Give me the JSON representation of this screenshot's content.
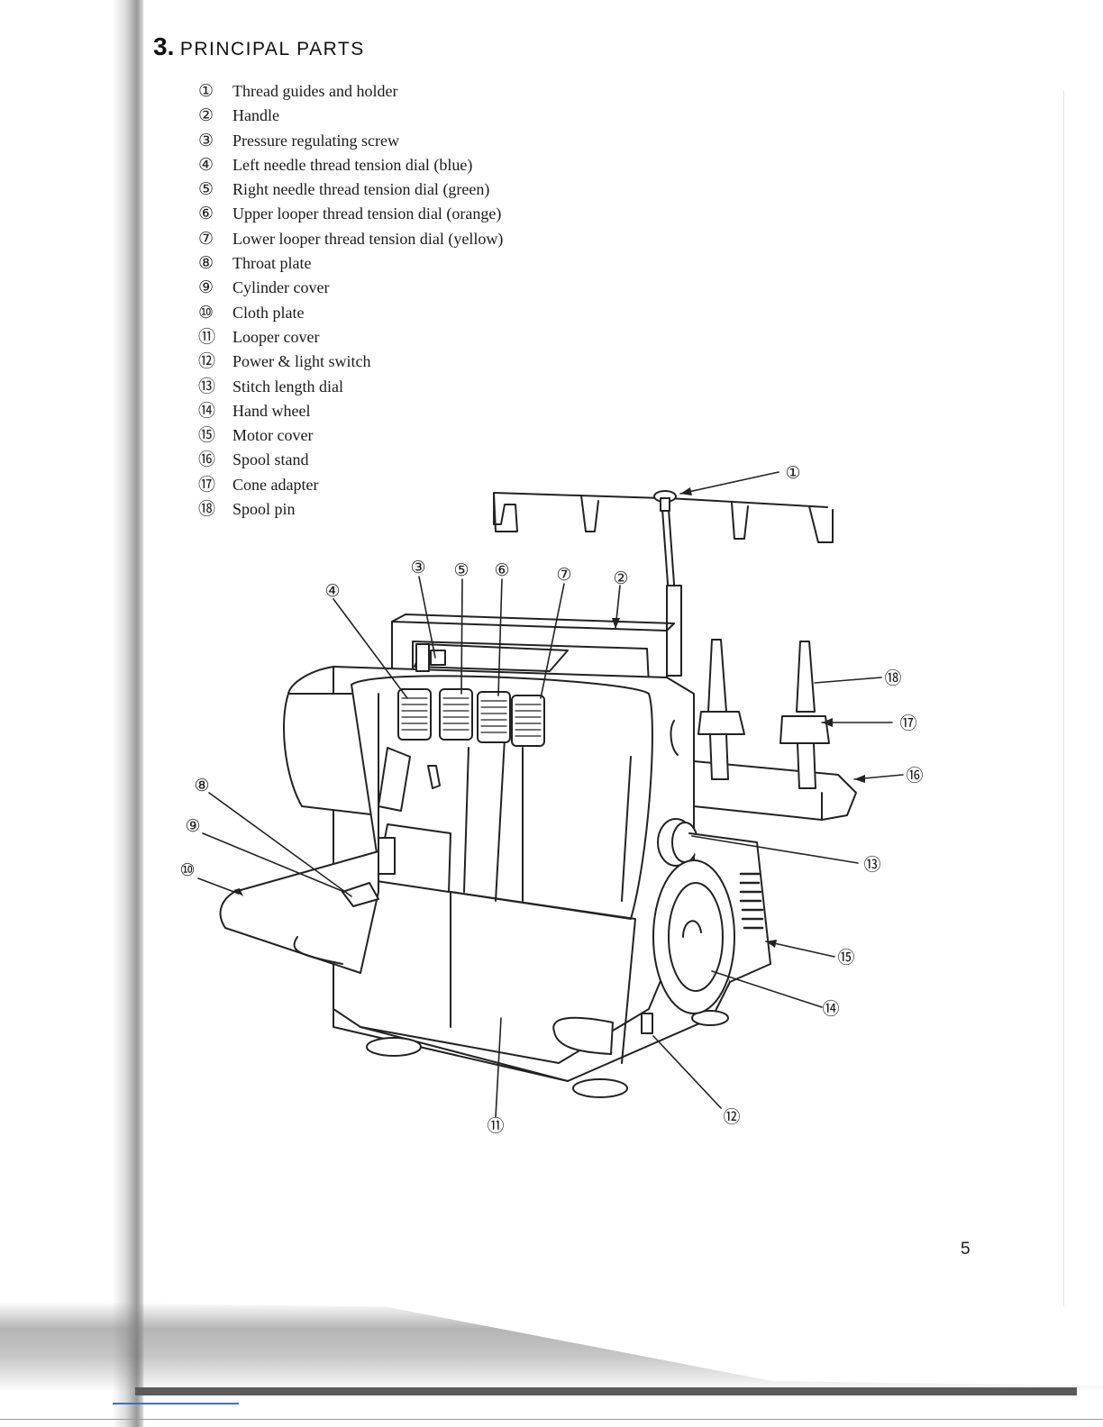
{
  "section": {
    "number": "3.",
    "title": "PRINCIPAL PARTS"
  },
  "parts": [
    {
      "marker": "①",
      "label": "Thread guides and holder"
    },
    {
      "marker": "②",
      "label": "Handle"
    },
    {
      "marker": "③",
      "label": "Pressure regulating screw"
    },
    {
      "marker": "④",
      "label": "Left needle thread tension dial (blue)"
    },
    {
      "marker": "⑤",
      "label": "Right needle thread tension dial (green)"
    },
    {
      "marker": "⑥",
      "label": "Upper looper thread tension dial (orange)"
    },
    {
      "marker": "⑦",
      "label": "Lower looper thread tension dial (yellow)"
    },
    {
      "marker": "⑧",
      "label": "Throat plate"
    },
    {
      "marker": "⑨",
      "label": "Cylinder cover"
    },
    {
      "marker": "⑩",
      "label": "Cloth plate"
    },
    {
      "marker": "⑪",
      "label": "Looper cover"
    },
    {
      "marker": "⑫",
      "label": "Power & light switch"
    },
    {
      "marker": "⑬",
      "label": "Stitch length dial"
    },
    {
      "marker": "⑭",
      "label": "Hand wheel"
    },
    {
      "marker": "⑮",
      "label": "Motor cover"
    },
    {
      "marker": "⑯",
      "label": "Spool stand"
    },
    {
      "marker": "⑰",
      "label": "Cone adapter"
    },
    {
      "marker": "⑱",
      "label": "Spool pin"
    }
  ],
  "diagram": {
    "callouts": {
      "c1": "①",
      "c2": "②",
      "c3": "③",
      "c4": "④",
      "c5": "⑤",
      "c6": "⑥",
      "c7": "⑦",
      "c8": "⑧",
      "c9": "⑨",
      "c10": "⑩",
      "c11": "⑪",
      "c12": "⑫",
      "c13": "⑬",
      "c14": "⑭",
      "c15": "⑮",
      "c16": "⑯",
      "c17": "⑰",
      "c18": "⑱"
    }
  },
  "page_number": "5"
}
